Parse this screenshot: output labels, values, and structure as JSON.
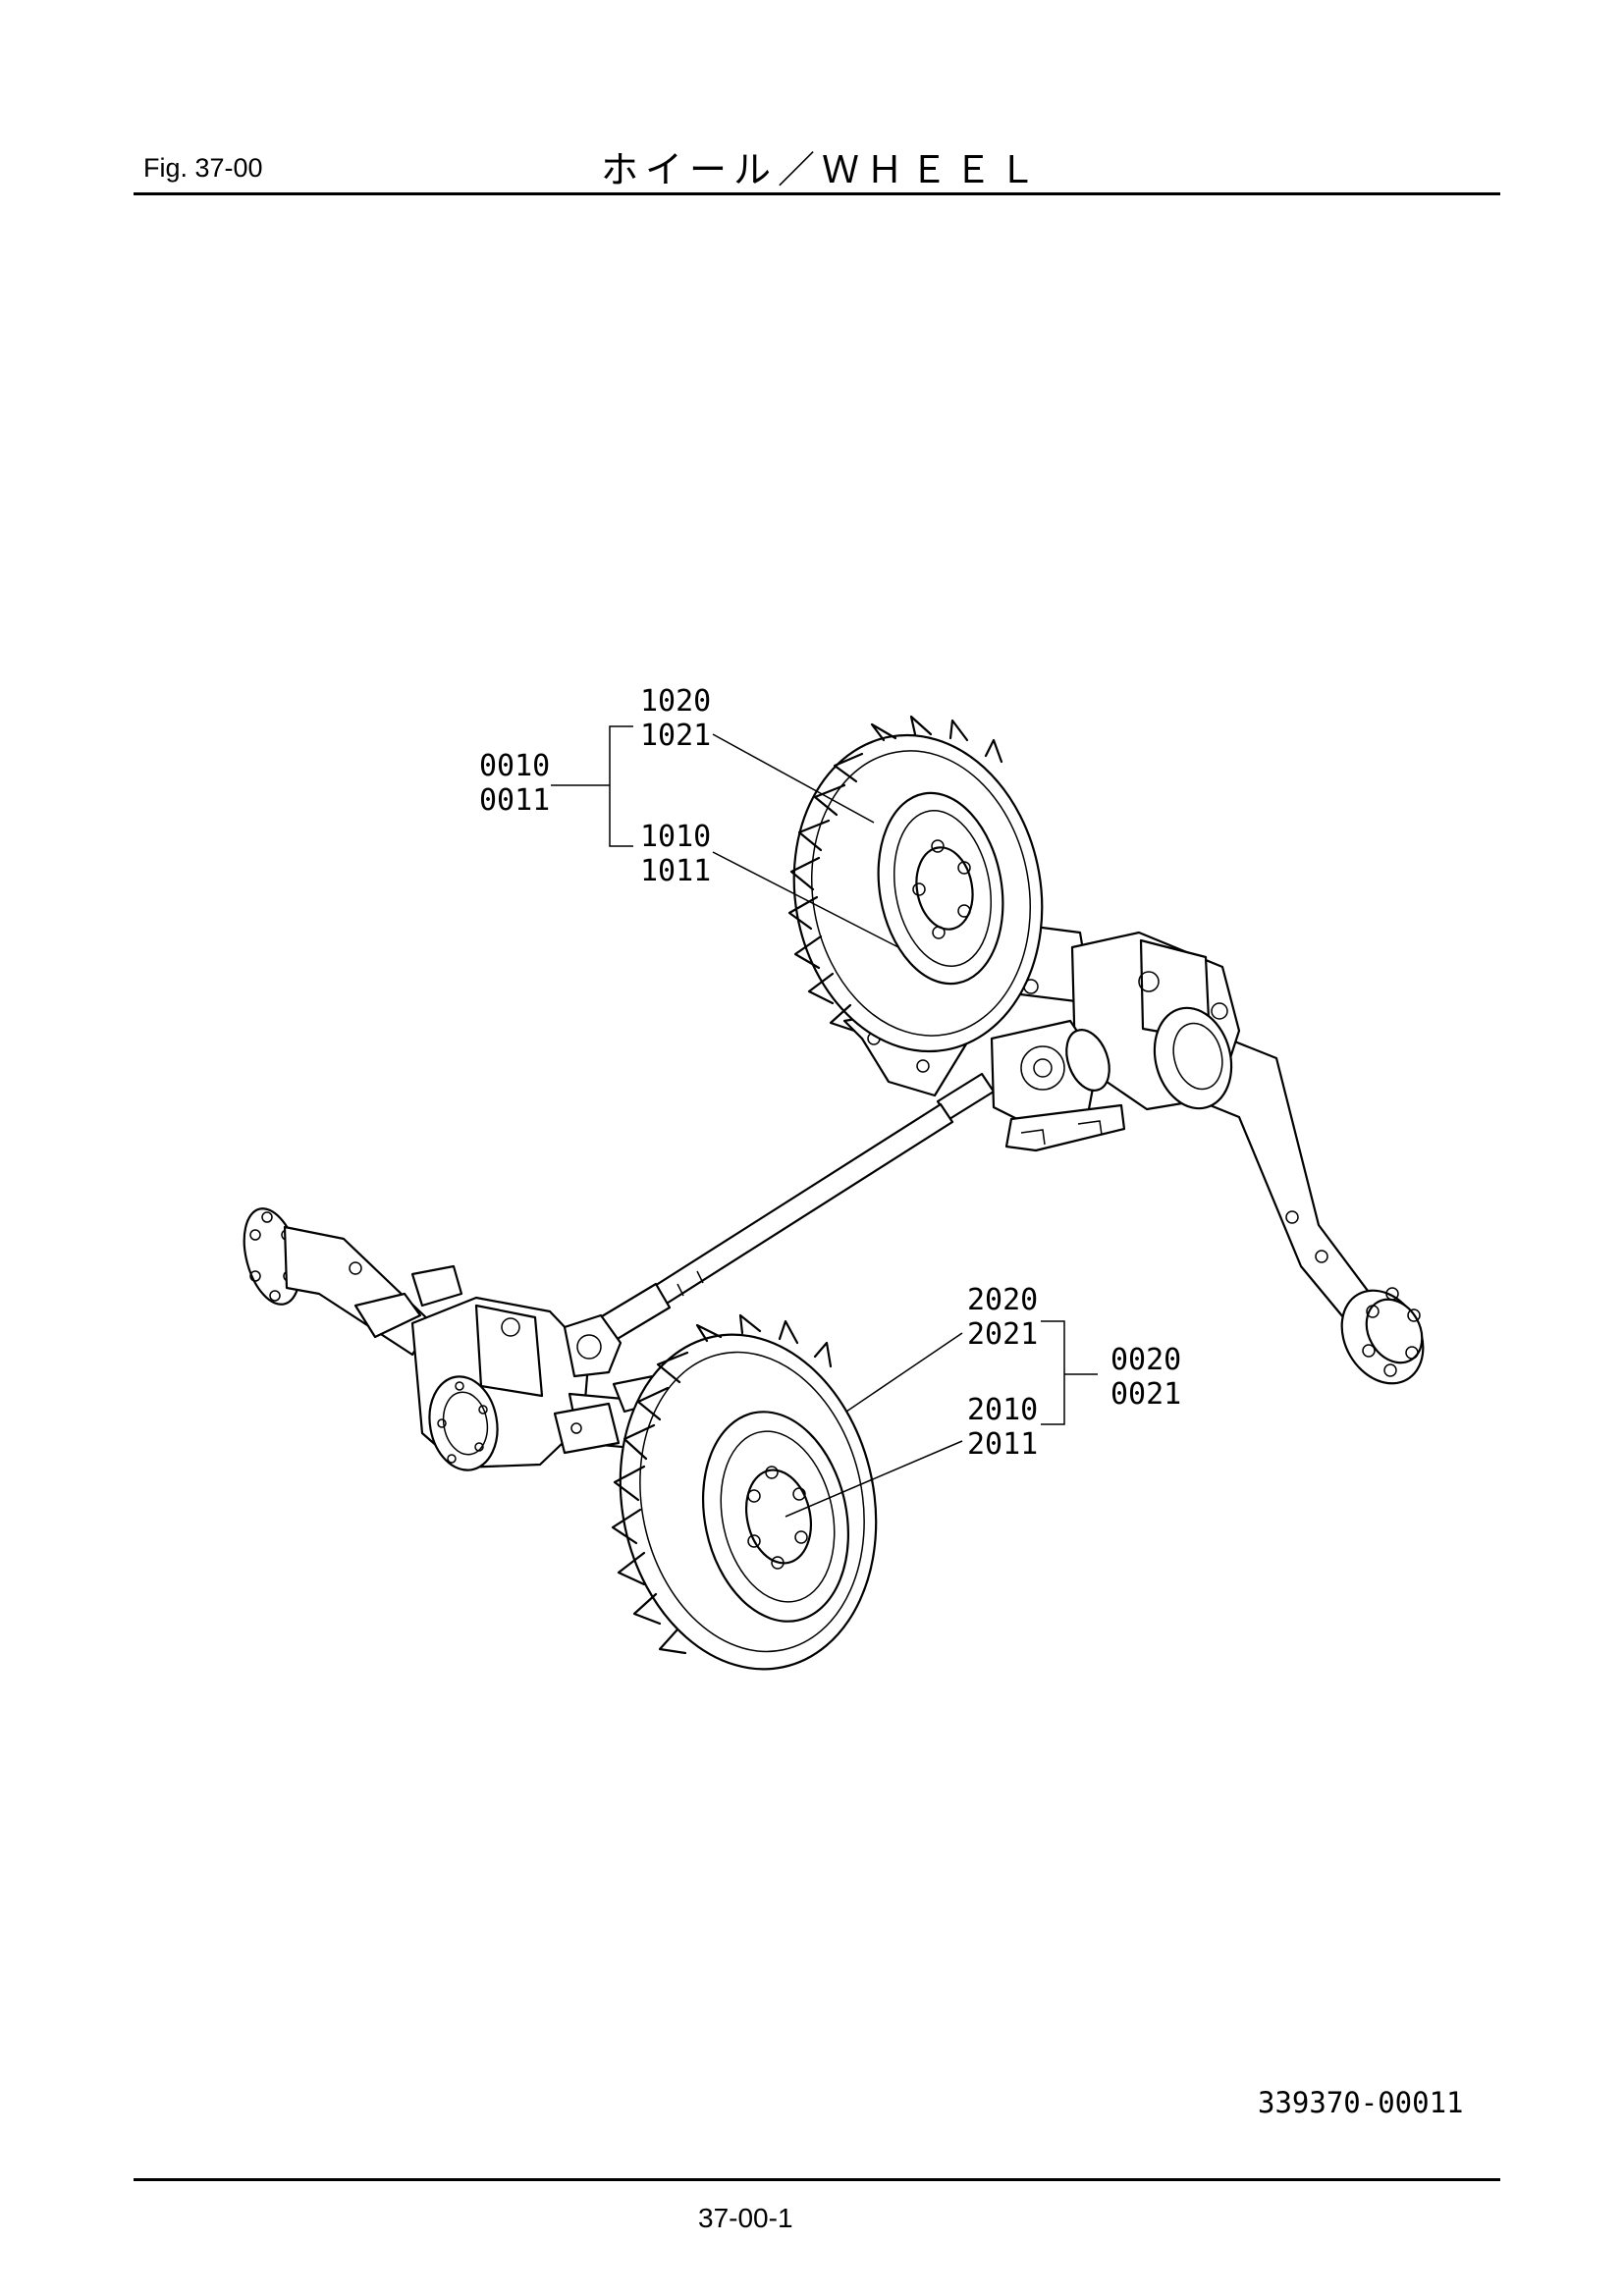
{
  "header": {
    "figure_label": "Fig.  37-00",
    "title": "ホイール／ＷＨＥＥＬ"
  },
  "callouts": {
    "rear_assy": [
      "0010",
      "0011"
    ],
    "rear_tire": [
      "1020",
      "1021"
    ],
    "rear_wheel": [
      "1010",
      "1011"
    ],
    "front_assy": [
      "0020",
      "0021"
    ],
    "front_tire": [
      "2020",
      "2021"
    ],
    "front_wheel": [
      "2010",
      "2011"
    ]
  },
  "drawing_id": "339370-00011",
  "page_number": "37-00-1"
}
